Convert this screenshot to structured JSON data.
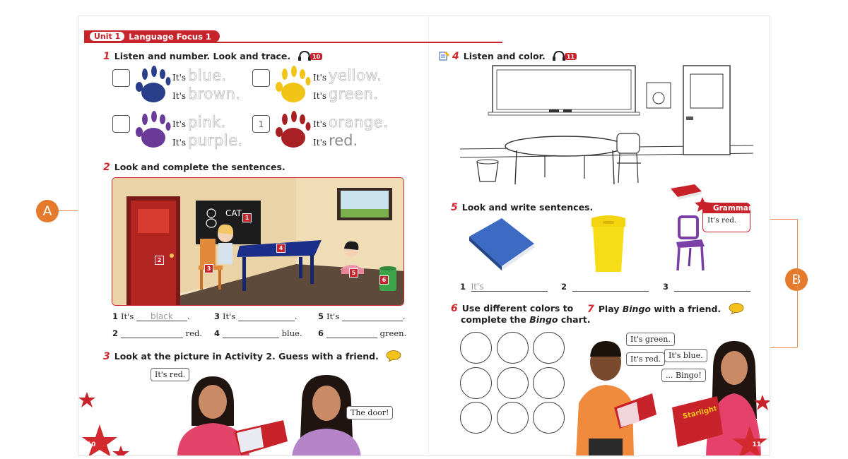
{
  "unit": {
    "badge": "Unit 1",
    "title": "Language Focus 1"
  },
  "audio_tracks": {
    "a1": "10",
    "a4": "11"
  },
  "activity1": {
    "number": "1",
    "title": "Listen and number. Look and trace.",
    "prefix": "It's",
    "items": [
      {
        "box": "",
        "line1": "blue.",
        "line2": "brown."
      },
      {
        "box": "",
        "line1": "yellow.",
        "line2": "green."
      },
      {
        "box": "",
        "line1": "pink.",
        "line2": "purple."
      },
      {
        "box": "1",
        "line1": "orange.",
        "line2": "red."
      }
    ]
  },
  "activity2": {
    "number": "2",
    "title": "Look and complete the sentences.",
    "cat_label": "CAT",
    "tags": [
      "1",
      "2",
      "3",
      "4",
      "5",
      "6"
    ],
    "sentences": [
      {
        "n": "1",
        "pre": "It's",
        "answer": "black",
        "post": "."
      },
      {
        "n": "3",
        "pre": "It's",
        "answer": "",
        "post": "."
      },
      {
        "n": "5",
        "pre": "It's",
        "answer": "",
        "post": "."
      },
      {
        "n": "2",
        "pre": "",
        "answer": "",
        "post": "red."
      },
      {
        "n": "4",
        "pre": "",
        "answer": "",
        "post": "blue."
      },
      {
        "n": "6",
        "pre": "",
        "answer": "",
        "post": "green."
      }
    ]
  },
  "activity3": {
    "number": "3",
    "title": "Look at the picture in Activity 2. Guess with a friend.",
    "bubble_left": "It's red.",
    "bubble_right": "The door!"
  },
  "activity4": {
    "number": "4",
    "title": "Listen and color."
  },
  "activity5": {
    "number": "5",
    "title": "Look and write sentences.",
    "lines": [
      {
        "n": "1",
        "answer": "It's"
      },
      {
        "n": "2",
        "answer": ""
      },
      {
        "n": "3",
        "answer": ""
      }
    ],
    "grammar": {
      "label": "Grammar",
      "example": "It's red."
    }
  },
  "activity6": {
    "number": "6",
    "title_line1": "Use different colors to",
    "title_line2_a": "complete the ",
    "title_line2_em": "Bingo",
    "title_line2_b": " chart."
  },
  "activity7": {
    "number": "7",
    "title_a": "Play ",
    "title_em": "Bingo",
    "title_b": " with a friend.",
    "bubbles": [
      "It's green.",
      "It's red.",
      "It's blue.",
      "... Bingo!"
    ],
    "book_title": "Starlight"
  },
  "page_numbers": {
    "left": "10",
    "right": "11"
  },
  "markers": {
    "a": "A",
    "b": "B"
  },
  "colors": {
    "accent": "#c8232b",
    "marker": "#e57a2c"
  }
}
